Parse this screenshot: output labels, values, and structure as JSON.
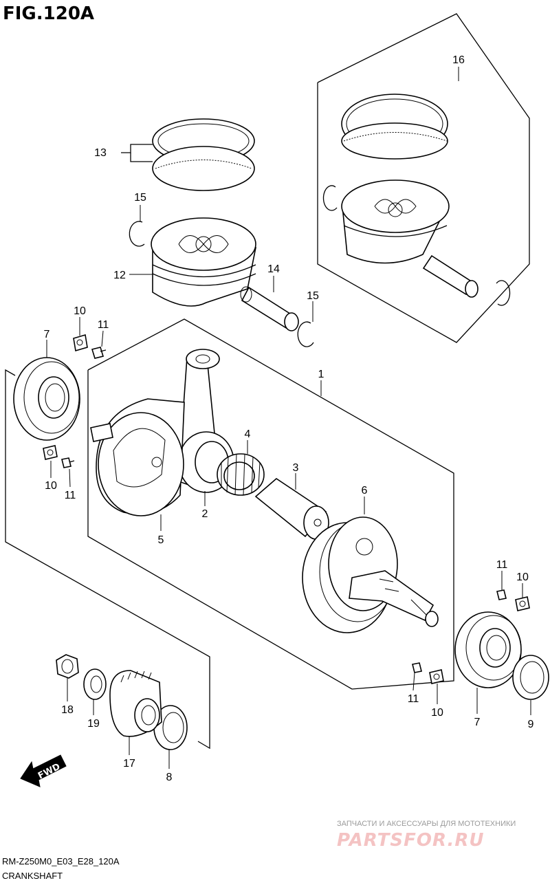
{
  "figure_title": "FIG.120A",
  "footer": {
    "model_code": "RM-Z250M0_E03_E28_120A",
    "section_name": "CRANKSHAFT"
  },
  "watermark": {
    "tagline": "ЗАПЧАСТИ И АКСЕССУАРЫ ДЛЯ МОТОТЕХНИКИ",
    "brand": "PARTSFOR.RU"
  },
  "direction_arrow": {
    "label": "FWD",
    "icon": "forward-arrow-icon"
  },
  "callouts": [
    {
      "id": "c16",
      "text": "16"
    },
    {
      "id": "c13",
      "text": "13"
    },
    {
      "id": "c15a",
      "text": "15"
    },
    {
      "id": "c12",
      "text": "12"
    },
    {
      "id": "c14",
      "text": "14"
    },
    {
      "id": "c15b",
      "text": "15"
    },
    {
      "id": "c10a",
      "text": "10"
    },
    {
      "id": "c11a",
      "text": "11"
    },
    {
      "id": "c7a",
      "text": "7"
    },
    {
      "id": "c1",
      "text": "1"
    },
    {
      "id": "c4",
      "text": "4"
    },
    {
      "id": "c3",
      "text": "3"
    },
    {
      "id": "c6",
      "text": "6"
    },
    {
      "id": "c2",
      "text": "2"
    },
    {
      "id": "c5",
      "text": "5"
    },
    {
      "id": "c10b",
      "text": "10"
    },
    {
      "id": "c11b",
      "text": "11"
    },
    {
      "id": "c11c",
      "text": "11"
    },
    {
      "id": "c10c",
      "text": "10"
    },
    {
      "id": "c11d",
      "text": "11"
    },
    {
      "id": "c10d",
      "text": "10"
    },
    {
      "id": "c7b",
      "text": "7"
    },
    {
      "id": "c9",
      "text": "9"
    },
    {
      "id": "c18",
      "text": "18"
    },
    {
      "id": "c19",
      "text": "19"
    },
    {
      "id": "c17",
      "text": "17"
    },
    {
      "id": "c8",
      "text": "8"
    }
  ]
}
